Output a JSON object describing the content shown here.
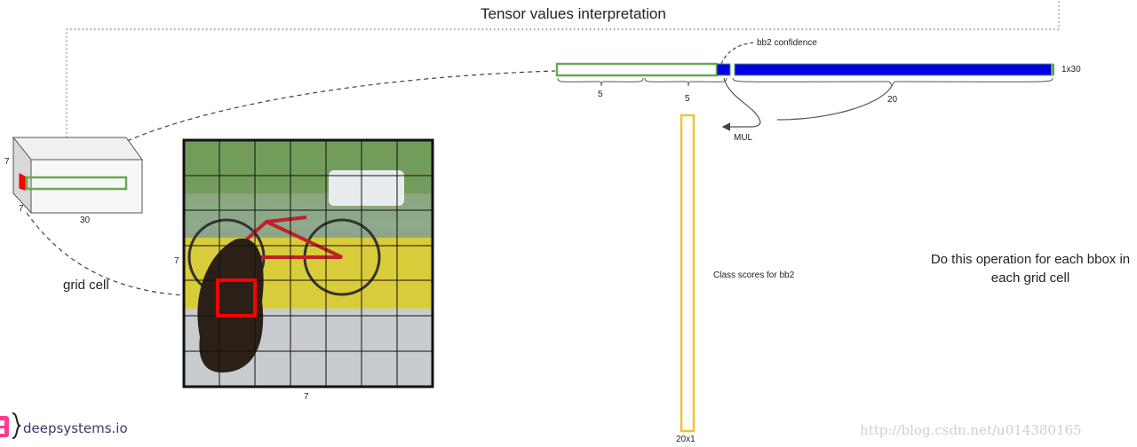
{
  "title": "Tensor values interpretation",
  "tensor_bar": {
    "size_label": "1x30",
    "segment1_label": "5",
    "segment2_label": "5",
    "classes_label": "20",
    "confidence_label": "bb2 confidence",
    "mul_label": "MUL"
  },
  "cube": {
    "height_label": "7",
    "depth_label": "7",
    "width_label": "30"
  },
  "grid": {
    "rows_label": "7",
    "cols_label": "7",
    "cell_label": "grid cell"
  },
  "class_column": {
    "label": "Class scores for bb2",
    "size_label": "20x1"
  },
  "note": "Do this operation for each bbox in each grid cell",
  "brand": "deepsystems.io",
  "watermark": "http://blog.csdn.net/u014380165",
  "colors": {
    "green": "#6aa84f",
    "blue": "#0000e6",
    "yellow": "#f1c232",
    "red": "#ff0000"
  }
}
